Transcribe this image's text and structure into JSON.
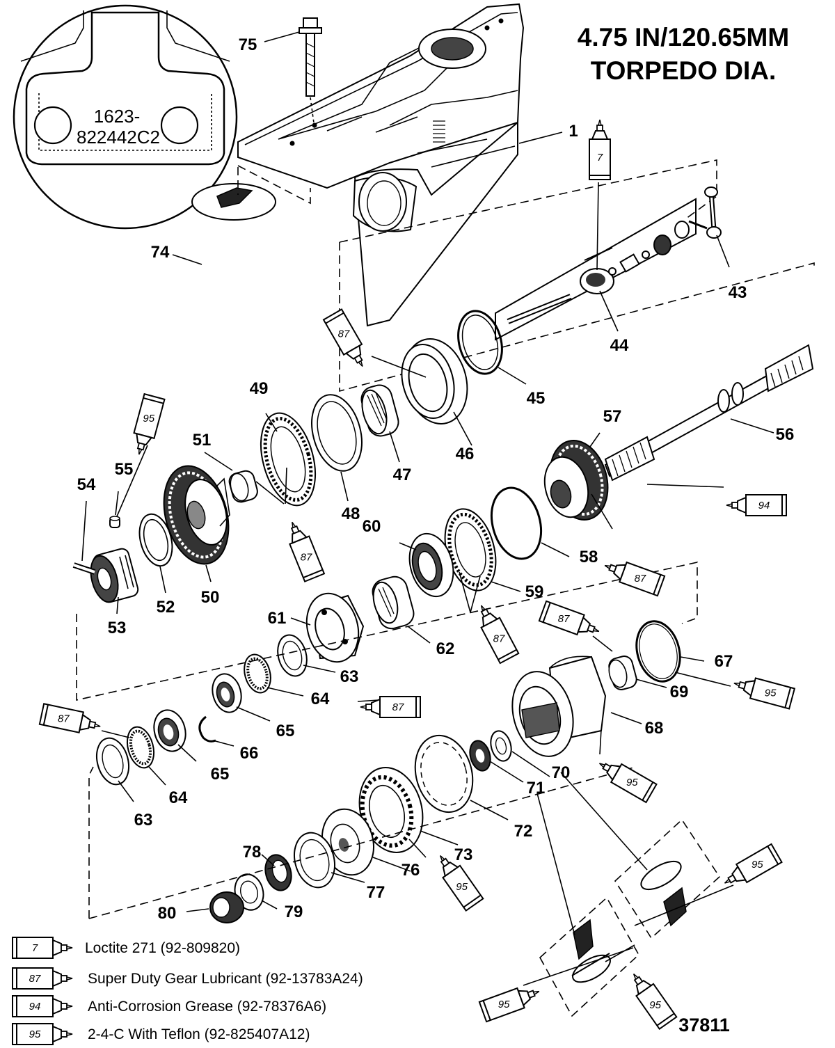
{
  "title": {
    "line1": "4.75 IN/120.65MM",
    "line2": "TORPEDO DIA."
  },
  "inset": {
    "line1": "1623-",
    "line2": "822442C2"
  },
  "figure_number": "37811",
  "callouts": {
    "c1": "1",
    "c43": "43",
    "c44": "44",
    "c45": "45",
    "c46": "46",
    "c47": "47",
    "c48": "48",
    "c49": "49",
    "c50": "50",
    "c51": "51",
    "c52": "52",
    "c53": "53",
    "c54": "54",
    "c55": "55",
    "c56": "56",
    "c57": "57",
    "c58": "58",
    "c59": "59",
    "c60": "60",
    "c61": "61",
    "c62": "62",
    "c63a": "63",
    "c63b": "63",
    "c64a": "64",
    "c64b": "64",
    "c65a": "65",
    "c65b": "65",
    "c66": "66",
    "c67": "67",
    "c68": "68",
    "c69": "69",
    "c70": "70",
    "c71": "71",
    "c72": "72",
    "c73": "73",
    "c74": "74",
    "c75": "75",
    "c76": "76",
    "c77": "77",
    "c78": "78",
    "c79": "79",
    "c80": "80"
  },
  "tubes": {
    "t7": "7",
    "t87a": "87",
    "t87b": "87",
    "t87c": "87",
    "t87d": "87",
    "t87e": "87",
    "t87f": "87",
    "t87g": "87",
    "t94": "94",
    "t95a": "95",
    "t95b": "95",
    "t95c": "95",
    "t95d": "95",
    "t95e": "95",
    "t95f": "95",
    "t95g": "95"
  },
  "legend": [
    {
      "num": "7",
      "text": "Loctite 271 (92-809820)"
    },
    {
      "num": "87",
      "text": "Super Duty Gear Lubricant (92-13783A24)"
    },
    {
      "num": "94",
      "text": "Anti-Corrosion Grease (92-78376A6)"
    },
    {
      "num": "95",
      "text": "2-4-C  With Teflon (92-825407A12)"
    }
  ]
}
